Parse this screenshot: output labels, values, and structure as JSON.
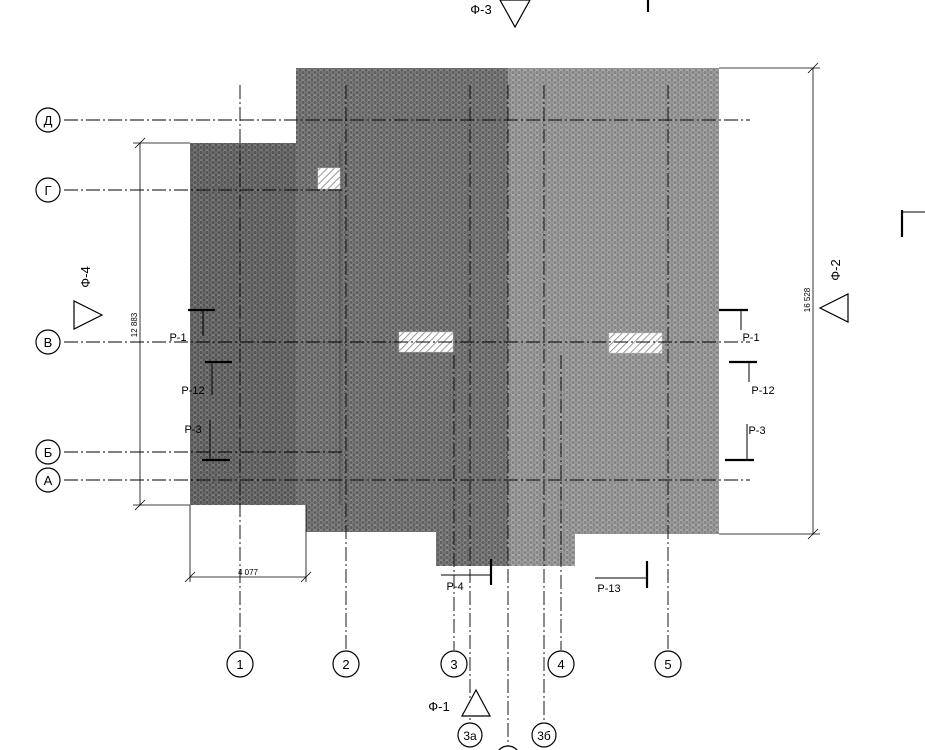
{
  "axes": {
    "rows": [
      "Д",
      "Г",
      "В",
      "Б",
      "А"
    ],
    "columns": [
      "1",
      "2",
      "3",
      "4",
      "5"
    ],
    "sub_columns": [
      "3а",
      "3б"
    ]
  },
  "dimensions": {
    "width_bottom": "4 077",
    "height_left": "12 883",
    "height_right": "16 528"
  },
  "facade_marks": {
    "f1": "Ф-1",
    "f2": "Ф-2",
    "f3": "Ф-3",
    "f4": "Ф-4"
  },
  "section_marks": {
    "r1_left": "Р-1",
    "r1_right": "Р-1",
    "r12_left": "Р-12",
    "r12_right": "Р-12",
    "r3_left": "Р-3",
    "r3_right": "Р-3",
    "r4": "Р-4",
    "r13": "Р-13"
  },
  "colors": {
    "roof_dark": "#5e5e5e",
    "roof_medium": "#6a6a6a",
    "roof_light": "#8f8f8f",
    "lines": "#000000"
  }
}
